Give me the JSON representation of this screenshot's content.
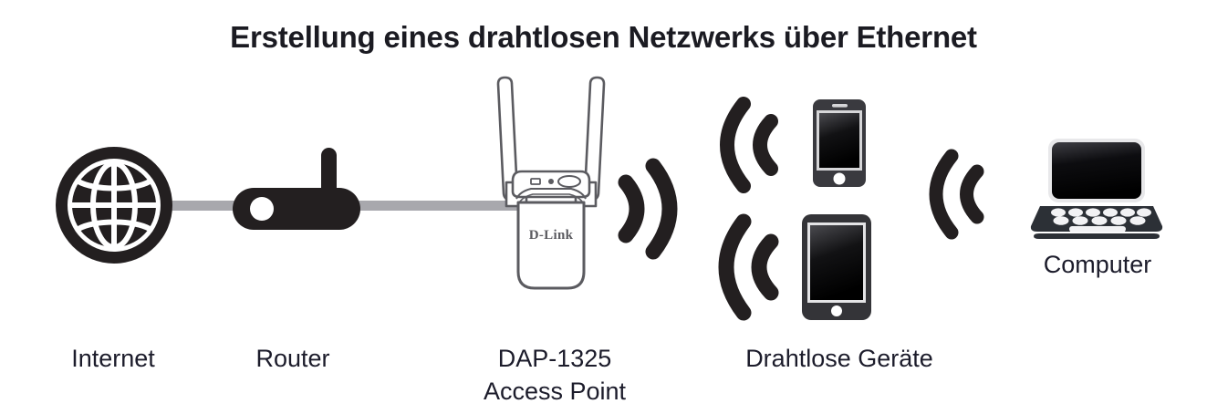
{
  "page": {
    "title": "Erstellung eines drahtlosen Netzwerks über Ethernet",
    "background_color": "#ffffff",
    "title_color": "#1b1b22",
    "label_color": "#1c1c2b",
    "icon_dark_color": "#231f20",
    "cable_color": "#a8a8ad",
    "device_outline_color": "#5b5b60"
  },
  "labels": {
    "internet": "Internet",
    "router": "Router",
    "access_point_line1": "DAP-1325",
    "access_point_line2": "Access Point",
    "wireless_devices": "Drahtlose Geräte",
    "computer": "Computer"
  },
  "devices": {
    "access_point_brand": "D-Link"
  },
  "icons": {
    "internet": "globe-icon",
    "router": "router-icon",
    "access_point": "access-point-icon",
    "smartphone": "smartphone-icon",
    "tablet": "tablet-icon",
    "laptop": "laptop-icon",
    "wifi": "wifi-signal-icon",
    "ethernet_cable": "ethernet-cable-icon"
  }
}
